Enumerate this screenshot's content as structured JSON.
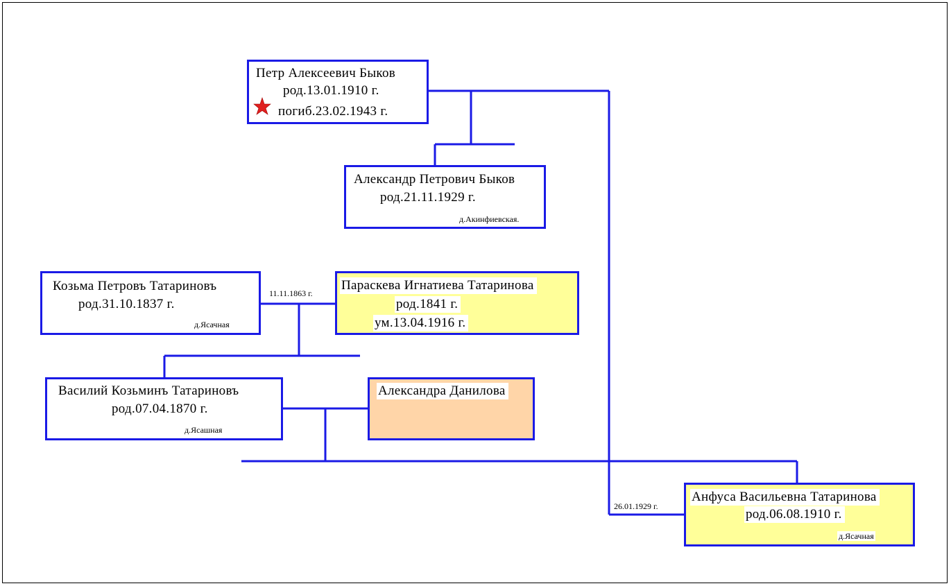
{
  "colors": {
    "line": "#1a1ae6",
    "yellow_fill": "#ffff99",
    "peach_fill": "#ffd5a8",
    "star": "#e0201f"
  },
  "persons": {
    "petr": {
      "name": "Петр Алексеевич Быков",
      "birth": "род.13.01.1910 г.",
      "death": "погиб.23.02.1943 г.",
      "icon": "red-star-icon"
    },
    "alexandr": {
      "name": "Александр Петрович Быков",
      "birth": "род.21.11.1929 г.",
      "place": "д.Акинфиевская."
    },
    "kozma": {
      "name": "Козьма Петровъ Татариновъ",
      "birth": "род.31.10.1837 г.",
      "place": "д.Ясачная"
    },
    "paraskeva": {
      "name": "Параскева Игнатиева Татаринова",
      "birth": "род.1841 г.",
      "death": "ум.13.04.1916 г."
    },
    "vasily": {
      "name": "Василий Козьминъ Татариновъ",
      "birth": "род.07.04.1870 г.",
      "place": "д.Ясашная"
    },
    "alexandra": {
      "name": "Александра Данилова"
    },
    "anfusa": {
      "name": "Анфуса Васильевна Татаринова",
      "birth": "род.06.08.1910 г.",
      "place": "д.Ясачная"
    }
  },
  "marriages": {
    "kozma_paraskeva": "11.11.1863 г.",
    "petr_anfusa": "26.01.1929 г."
  }
}
